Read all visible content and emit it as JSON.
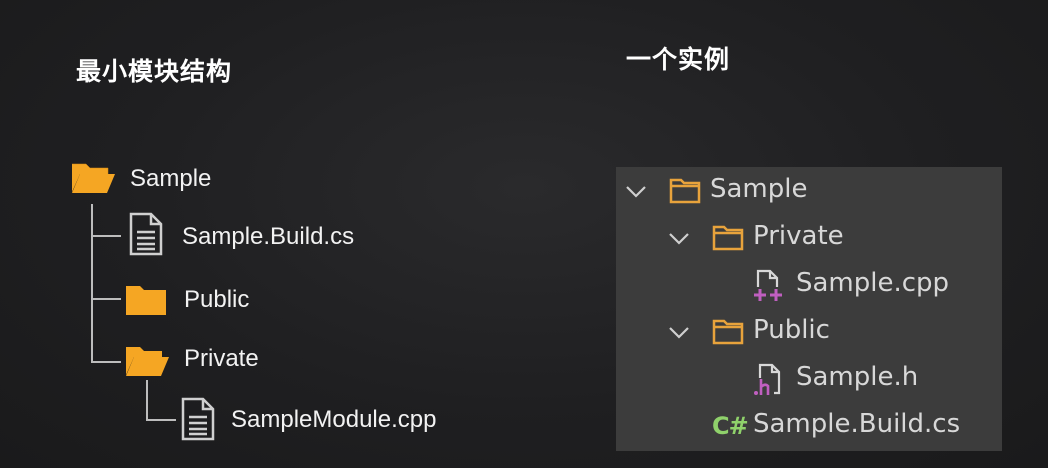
{
  "headings": {
    "left": "最小模块结构",
    "right": "一个实例"
  },
  "left_tree": {
    "root": "Sample",
    "build_file": "Sample.Build.cs",
    "public_folder": "Public",
    "private_folder": "Private",
    "module_file": "SampleModule.cpp"
  },
  "explorer": {
    "root": "Sample",
    "private_folder": "Private",
    "private_file": "Sample.cpp",
    "public_folder": "Public",
    "public_file": "Sample.h",
    "build_file": "Sample.Build.cs",
    "csharp_badge": "C#"
  },
  "colors": {
    "folder": "#f5a623",
    "folder_outline": "#e8a33c",
    "cpp_badge": "#c05fc0",
    "csharp_badge": "#8fd16b",
    "panel_bg": "#3c3c3c"
  }
}
